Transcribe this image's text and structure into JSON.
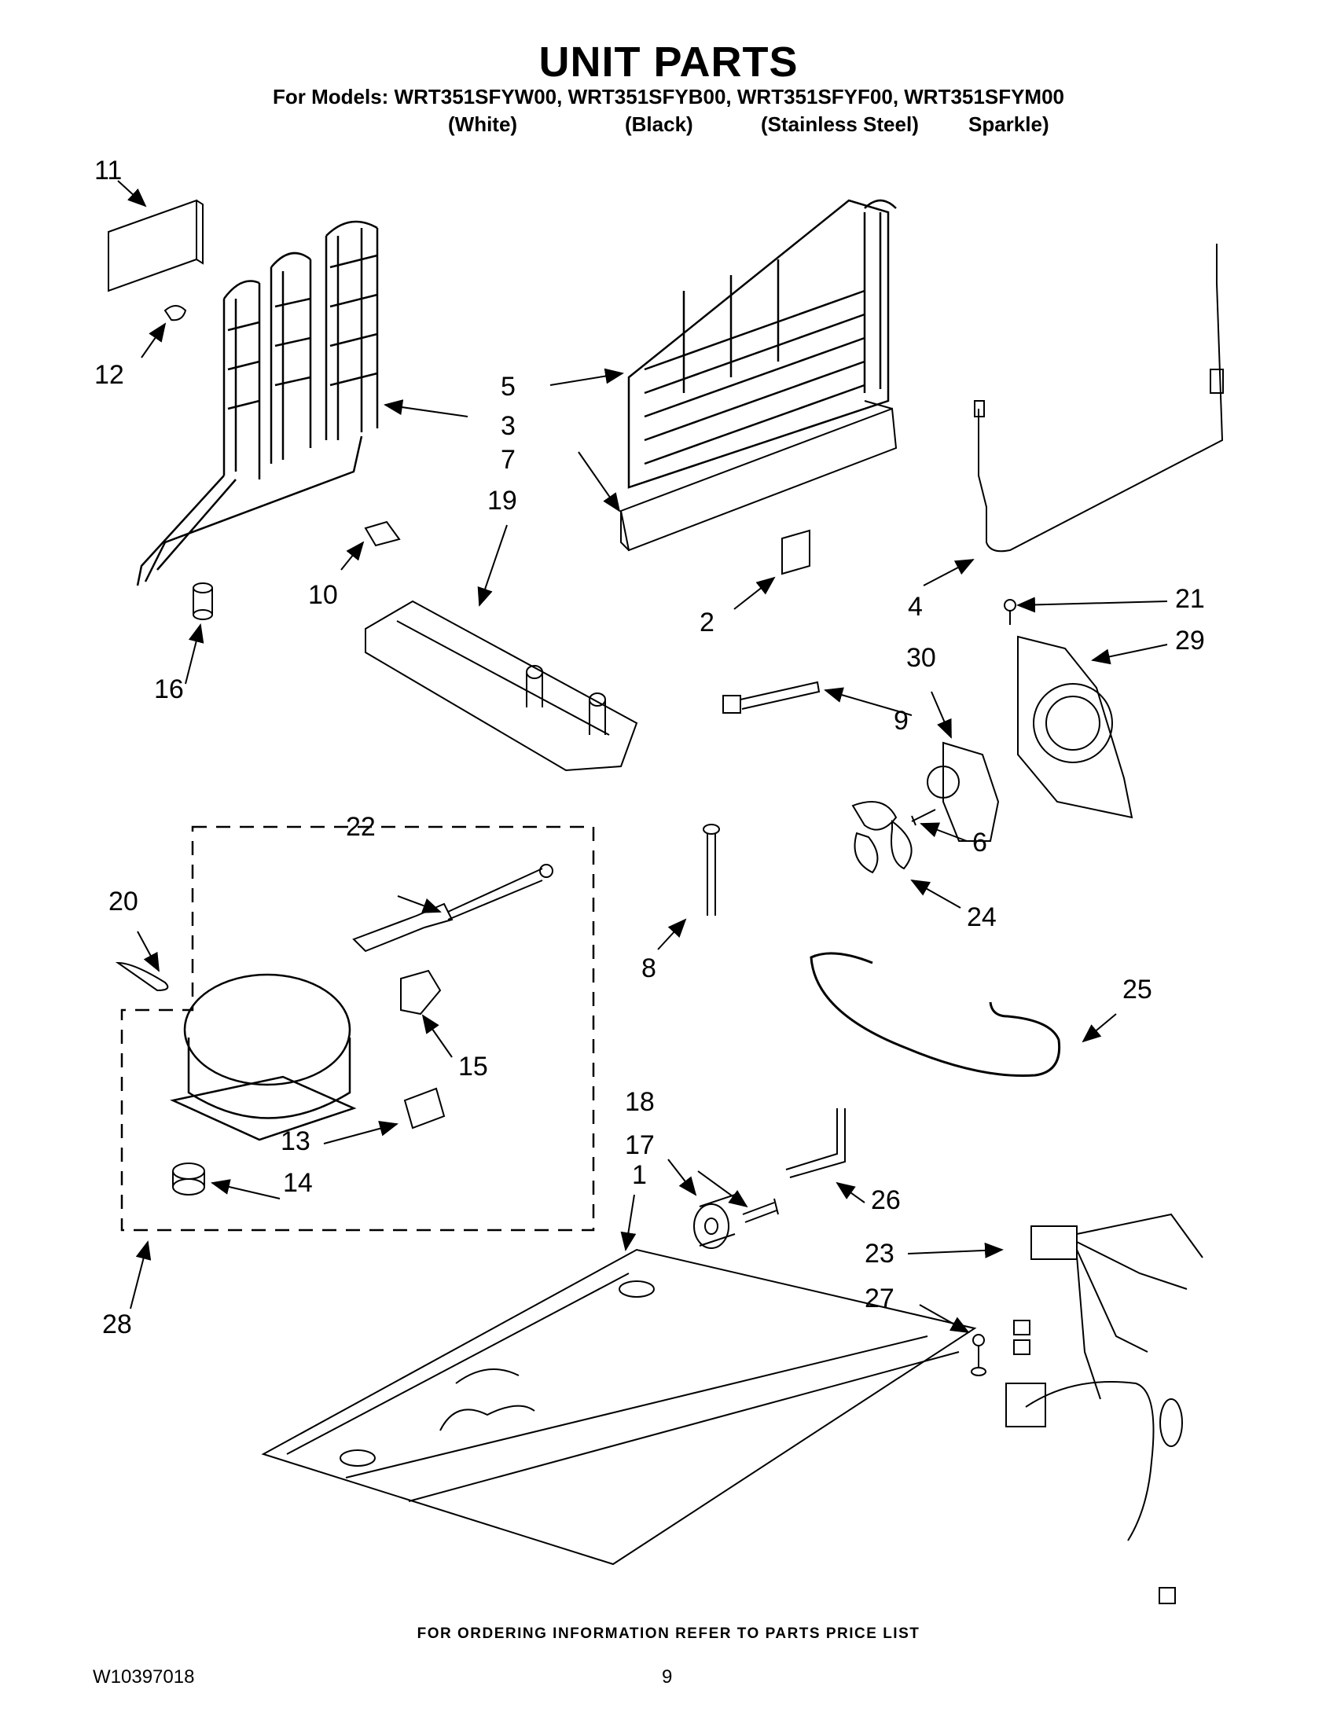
{
  "title": "UNIT PARTS",
  "models_line": "For Models: WRT351SFYW00, WRT351SFYB00, WRT351SFYF00, WRT351SFYM00",
  "variants": [
    "(White)",
    "(Black)",
    "(Stainless Steel)",
    "Sparkle)"
  ],
  "callouts": {
    "c1": "1",
    "c2": "2",
    "c3": "3",
    "c4": "4",
    "c5": "5",
    "c6": "6",
    "c7": "7",
    "c8": "8",
    "c9": "9",
    "c10": "10",
    "c11": "11",
    "c12": "12",
    "c13": "13",
    "c14": "14",
    "c15": "15",
    "c16": "16",
    "c17": "17",
    "c18": "18",
    "c19": "19",
    "c20": "20",
    "c21": "21",
    "c22": "22",
    "c23": "23",
    "c24": "24",
    "c25": "25",
    "c26": "26",
    "c27": "27",
    "c28": "28",
    "c29": "29",
    "c30": "30"
  },
  "footer": {
    "ordering_note": "FOR ORDERING INFORMATION REFER TO PARTS PRICE LIST",
    "document_number": "W10397018",
    "page_number": "9"
  }
}
